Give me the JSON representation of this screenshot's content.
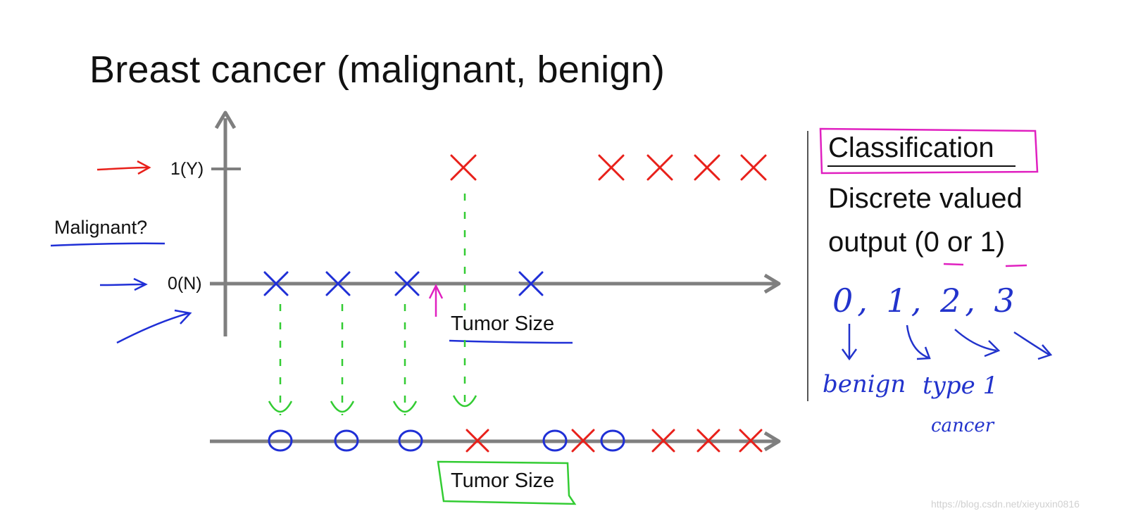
{
  "slide": {
    "title": "Breast cancer (malignant, benign)",
    "y_axis": {
      "label": "Malignant?",
      "tick_top": "1(Y)",
      "tick_bottom": "0(N)"
    },
    "x_axis_label": "Tumor Size",
    "bottom_axis_label": "Tumor Size",
    "right_panel": {
      "heading": "Classification",
      "line1": "Discrete valued",
      "line2": "output (0 or 1)"
    },
    "handwritten": {
      "numbers": "0, 1, 2, 3",
      "benign": "benign",
      "type1": "type 1",
      "cancer": "cancer"
    },
    "watermark": "https://blog.csdn.net/xieyuxin0816"
  },
  "colors": {
    "axis": "#7f7f7f",
    "malignant_mark": "#e8201a",
    "benign_mark": "#1f2fd6",
    "guide": "#33cc33",
    "highlight": "#e020c0",
    "note_ink": "#2233cc"
  },
  "chart_data": {
    "type": "scatter",
    "xlabel": "Tumor Size",
    "ylabel": "Malignant?",
    "y_ticks": [
      "0(N)",
      "1(Y)"
    ],
    "points": [
      {
        "tumor_index": 1,
        "label": 0
      },
      {
        "tumor_index": 2,
        "label": 0
      },
      {
        "tumor_index": 3,
        "label": 0
      },
      {
        "tumor_index": 4,
        "label": 1
      },
      {
        "tumor_index": 5,
        "label": 0
      },
      {
        "tumor_index": 6,
        "label": 1
      },
      {
        "tumor_index": 7,
        "label": 0
      },
      {
        "tumor_index": 8,
        "label": 1
      },
      {
        "tumor_index": 9,
        "label": 1
      },
      {
        "tumor_index": 10,
        "label": 1
      }
    ]
  }
}
